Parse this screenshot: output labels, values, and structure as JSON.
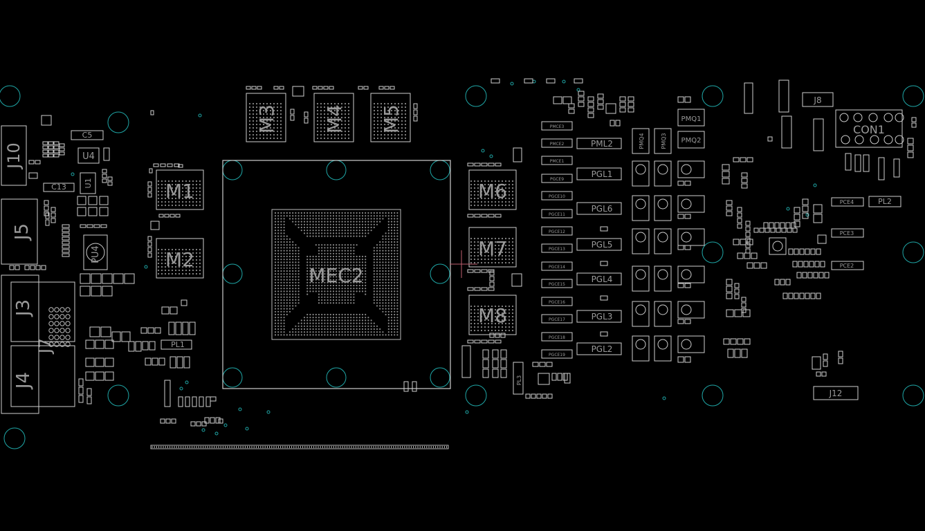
{
  "board": {
    "colors": {
      "background": "#000000",
      "outline": "#cfcfcf",
      "ring": "#1fa7a7",
      "label": "#9a9a9a",
      "cursor": "#c06070"
    }
  },
  "labels": {
    "gpu": "MEC2",
    "mem_m1": "M1",
    "mem_m2": "M2",
    "mem_m3": "M3",
    "mem_m4": "M4",
    "mem_m5": "M5",
    "mem_m6": "M6",
    "mem_m7": "M7",
    "mem_m8": "M8",
    "j10": "J10",
    "j5": "J5",
    "j3": "J3",
    "j7": "J7",
    "j4": "J4",
    "j8": "J8",
    "j12": "J12",
    "conn": "CON1",
    "c5": "C5",
    "u4": "U4",
    "u1": "U1",
    "c13": "C13",
    "pu4": "PU4",
    "pl1": "PL1",
    "pl3": "PL3",
    "pml2": "PML2",
    "pgl1": "PGL1",
    "pgl6": "PGL6",
    "pgl5": "PGL5",
    "pgl4": "PGL4",
    "pgl3": "PGL3",
    "pgl2": "PGL2",
    "pmq1": "PMQ1",
    "pmq2": "PMQ2",
    "pmq4": "PMQ4",
    "pmq3": "PMQ3",
    "pce4": "PCE4",
    "pce3": "PCE3",
    "pce2": "PCE2",
    "pl2": "PL2",
    "pmce": "PMCE",
    "pgce": "PGCE"
  }
}
